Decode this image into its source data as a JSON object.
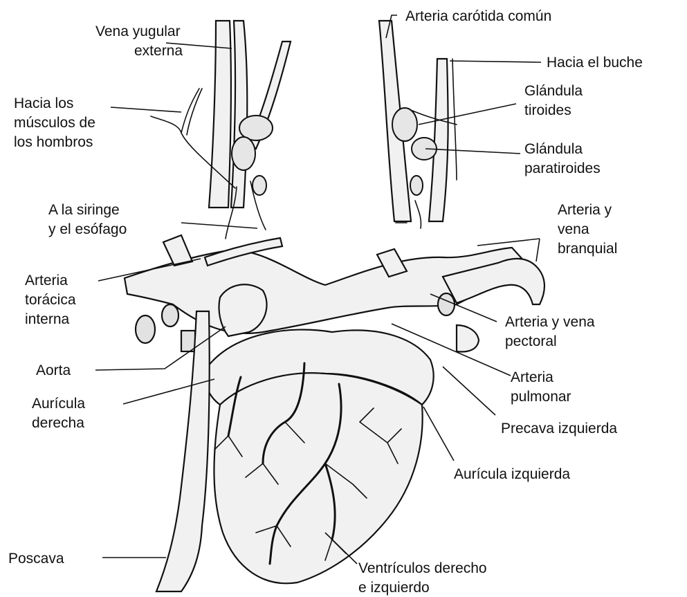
{
  "labels": {
    "carotid": "Arteria carótida común",
    "jugular": [
      "Vena yugular",
      "externa"
    ],
    "crop": "Hacia el buche",
    "shoulder": [
      "Hacia los",
      "músculos de",
      "los hombros"
    ],
    "thyroid": [
      "Glándula",
      "tiroides"
    ],
    "parathyroid": [
      "Glándula",
      "paratiroides"
    ],
    "syrinx": [
      "A la siringe",
      "y el esófago"
    ],
    "brachial": [
      "Arteria y",
      "vena",
      "branquial"
    ],
    "thoracic": [
      "Arteria",
      "torácica",
      "interna"
    ],
    "pectoral": [
      "Arteria y vena",
      "pectoral"
    ],
    "aorta": "Aorta",
    "pulmonary": [
      "Arteria",
      "pulmonar"
    ],
    "right_atrium": [
      "Aurícula",
      "derecha"
    ],
    "left_precava": "Precava izquierda",
    "left_atrium": "Aurícula izquierda",
    "postcava": "Poscava",
    "ventricles": [
      "Ventrículos derecho",
      "e izquierdo"
    ]
  }
}
